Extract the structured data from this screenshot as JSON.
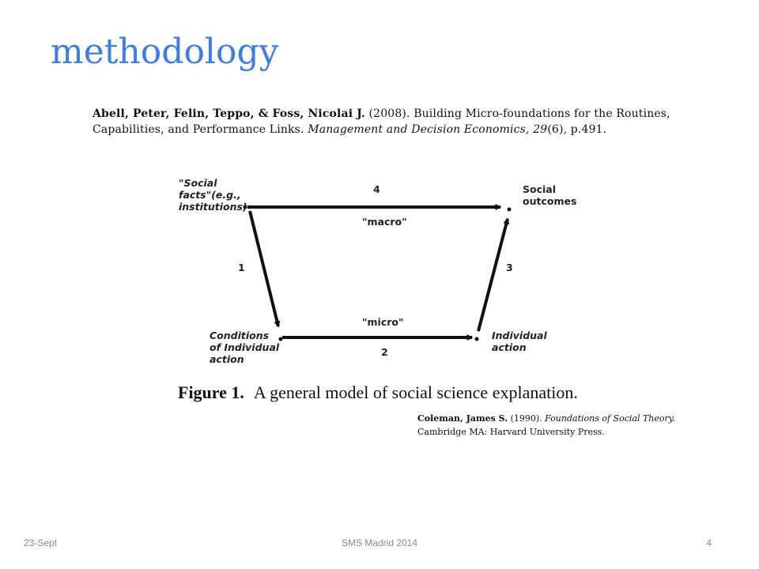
{
  "slide": {
    "title": "methodology"
  },
  "citation": {
    "authors": "Abell, Peter, Felin, Teppo, & Foss, Nicolai J.",
    "year": "(2008).",
    "text": "Building Micro-foundations for the Routines, Capabilities, and Performance Links.",
    "journal": "Management and Decision Economics, 29",
    "issue_pages": "(6), p.491."
  },
  "diagram": {
    "nodes": {
      "social_facts": [
        "\"Social",
        "facts\"(e.g.,",
        "institutions)"
      ],
      "social_outcomes": [
        "Social",
        "outcomes"
      ],
      "conditions": [
        "Conditions",
        "of Individual",
        "action"
      ],
      "individual_action": [
        "Individual",
        "action"
      ]
    },
    "labels": {
      "arrow_4": "4",
      "macro": "\"macro\"",
      "arrow_1": "1",
      "arrow_3": "3",
      "micro": "\"micro\"",
      "arrow_2": "2"
    }
  },
  "figure": {
    "number": "Figure 1.",
    "caption": "A general model of social science explanation."
  },
  "coleman": {
    "author": "Coleman, James S.",
    "year": "(1990).",
    "book": "Foundations  of Social Theory.",
    "publisher": "Cambridge MA: Harvard University Press."
  },
  "footer": {
    "date": "23-Sept",
    "event": "SMS Madrid 2014",
    "page": "4"
  }
}
